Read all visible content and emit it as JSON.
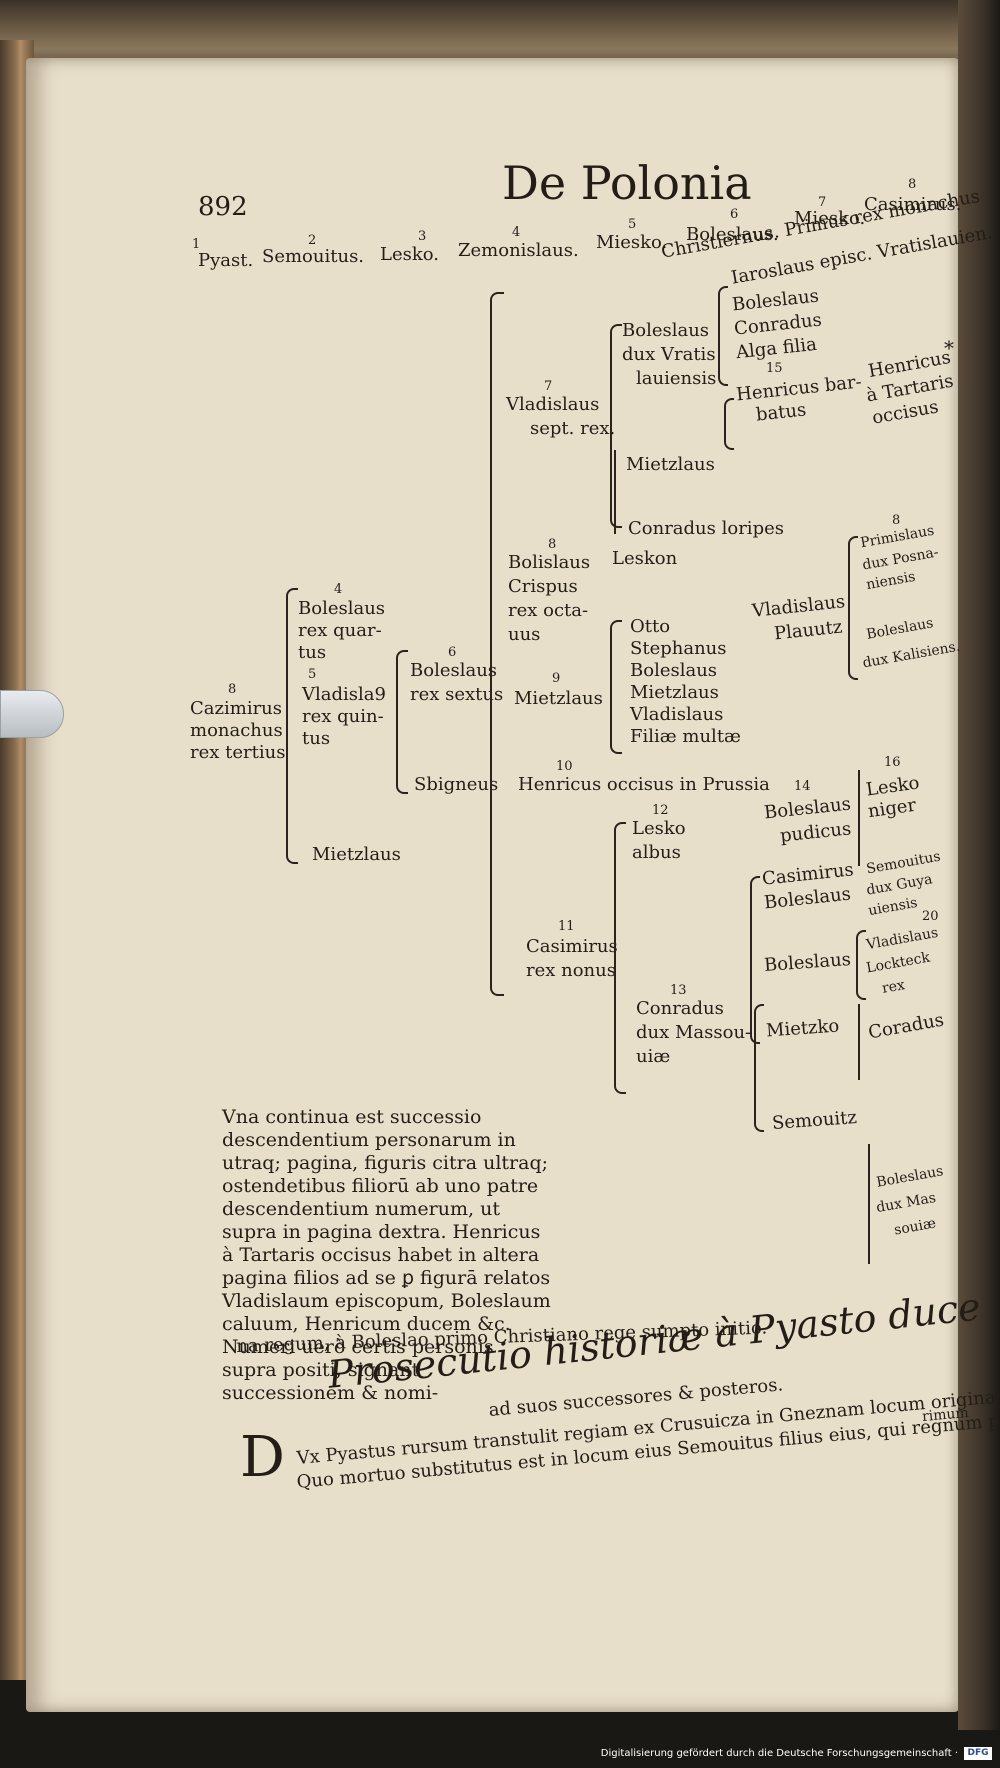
{
  "page": {
    "number": "892",
    "running_title": "De Polonia"
  },
  "header_row": {
    "rulers": [
      {
        "num": "1",
        "name": "Pyast."
      },
      {
        "num": "2",
        "name": "Semouitus."
      },
      {
        "num": "3",
        "name": "Lesko."
      },
      {
        "num": "4",
        "name": "Zemonislaus."
      },
      {
        "num": "5",
        "name": "Miesko."
      },
      {
        "num": "6",
        "name": "Boleslaus."
      },
      {
        "num": "7",
        "name": "Miesko."
      },
      {
        "num": "8",
        "name": "Casimirus."
      }
    ],
    "line2": "Christiernus. Primus rex monachus",
    "line3": "Iaroslaus episc. Vratislauien."
  },
  "tree": {
    "cazimirus": {
      "num": "8",
      "lines": [
        "Cazimirus",
        "monachus",
        "rex tertius"
      ]
    },
    "boleslaus4": {
      "num": "4",
      "lines": [
        "Boleslaus",
        "rex quar-",
        "tus"
      ]
    },
    "vladislaus5": {
      "num": "5",
      "lines": [
        "Vladisla9",
        "rex quin-",
        "tus"
      ]
    },
    "mietzlaus_a": "Mietzlaus",
    "boleslaus6": {
      "num": "6",
      "lines": [
        "Boleslaus",
        "rex sextus"
      ]
    },
    "sbigneus": "Sbigneus",
    "vladislaus7": {
      "num": "7",
      "lines": [
        "Vladislaus",
        "sept. rex."
      ]
    },
    "bolislaus8": {
      "num": "8",
      "lines": [
        "Bolislaus",
        "Crispus",
        "rex octa-",
        "uus"
      ]
    },
    "mietzlaus9": {
      "num": "9",
      "name": "Mietzlaus"
    },
    "henricus10": {
      "num": "10",
      "name": "Henricus occisus in Prussia"
    },
    "casimirus11": {
      "num": "11",
      "lines": [
        "Casimirus",
        "rex nonus"
      ]
    },
    "lesko12": {
      "num": "12",
      "lines": [
        "Lesko",
        "albus"
      ]
    },
    "conradus13": {
      "num": "13",
      "lines": [
        "Conradus",
        "dux Massou-",
        "uiæ"
      ]
    },
    "boleslaus_vrat": {
      "lines": [
        "Boleslaus",
        "dux Vratis",
        "lauiensis"
      ]
    },
    "vrat_children": [
      "Boleslaus",
      "Conradus",
      "Alga filia"
    ],
    "henricus15": {
      "num": "15",
      "lines": [
        "Henricus bar-",
        "batus"
      ]
    },
    "henricus_tart": {
      "lines": [
        "Henricus",
        "à Tartaris",
        "occisus"
      ],
      "mark": "*"
    },
    "mietzlaus_b": "Mietzlaus",
    "conradus_loripes": "Conradus loripes",
    "leskon": "Leskon",
    "mietz9_children": [
      "Otto",
      "Stephanus",
      "Boleslaus",
      "Mietzlaus",
      "Vladislaus",
      "Filiæ multæ"
    ],
    "vladislaus_plauutz": {
      "lines": [
        "Vladislaus",
        "Plauutz"
      ]
    },
    "primislaus": {
      "num": "8",
      "lines": [
        "Primislaus",
        "dux Posna-",
        "niensis"
      ]
    },
    "boleslaus_kalis": {
      "lines": [
        "Boleslaus",
        "dux Kalisiens."
      ]
    },
    "boleslaus14": {
      "num": "14",
      "lines": [
        "Boleslaus",
        "pudicus"
      ]
    },
    "lesko16": {
      "num": "16",
      "lines": [
        "Lesko",
        "niger"
      ]
    },
    "casimirus_boleslaus": {
      "lines": [
        "Casimirus",
        "Boleslaus"
      ]
    },
    "semouitus_guya": {
      "lines": [
        "Semouitus",
        "dux Guya",
        "uiensis"
      ]
    },
    "boleslaus_b": "Boleslaus",
    "vladislaus20": {
      "num": "20",
      "lines": [
        "Vladislaus",
        "Lockteck",
        "rex"
      ]
    },
    "mietzko": "Mietzko",
    "coradus": "Coradus",
    "semouitz": "Semouitz",
    "boleslaus_massou": {
      "lines": [
        "Boleslaus",
        "dux Mas",
        "souiæ"
      ]
    }
  },
  "note_paragraph": "Vna continua est successio descendentium personarum in utraq; pagina, figuris citra ultraq; ostendetibus filiorū ab uno patre descendentium numerum, ut supra in pagina dextra. Henricus à Tartaris occisus habet in altera pagina filios ad se ꝑ figurā relatos Vladislaum episcopum, Boleslaum caluum, Henricum ducem &c. Numeri uerò certis personis supra positi, signant successionem & nomi-",
  "note_last_line": "na regum, à Boleslao primo Christiano rege sumpto initio.",
  "section_title": "Prosecutio historiæ à Pyasto duce",
  "section_subtitle": "ad suos successores & posteros.",
  "body_dropcap": "D",
  "body_lines": [
    "Vx Pyastus rursum transtulit regiam ex Crusuicza in Gneznam locum originarii.",
    "Quo mortuo substitutus est in locum eius Semouitus filius eius, qui regnum plu-"
  ],
  "body_tail": "rimum",
  "footer": {
    "credit": "Digitalisierung gefördert durch die Deutsche Forschungsgemeinschaft ·",
    "badge": "DFG"
  }
}
